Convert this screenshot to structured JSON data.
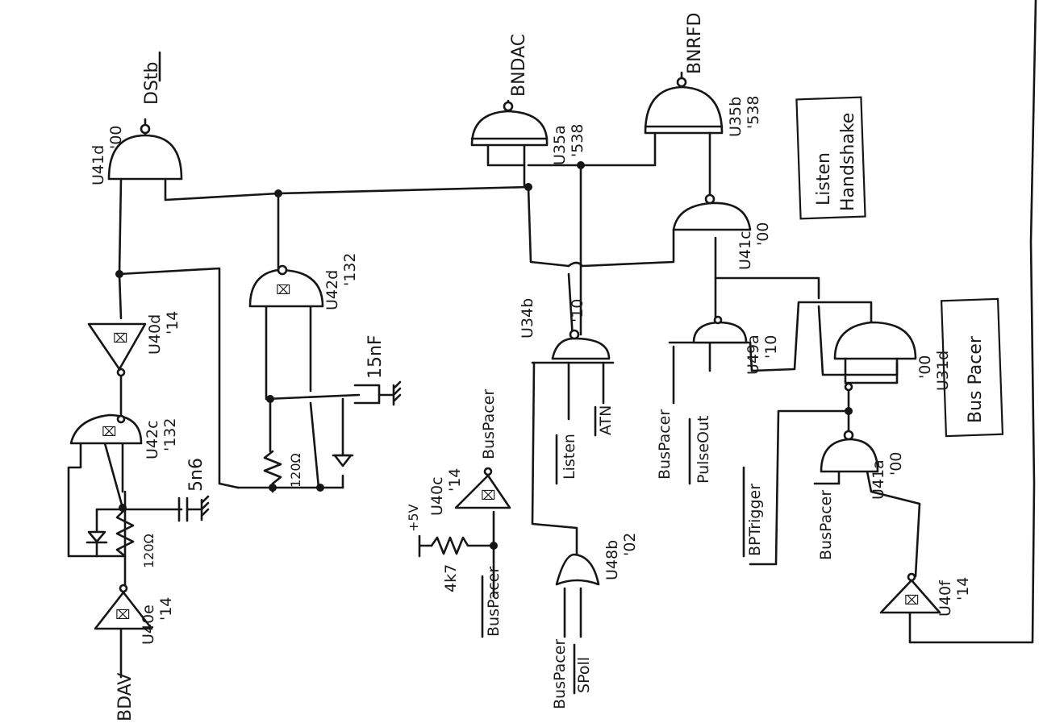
{
  "gates": {
    "u41d": {
      "ref": "U41d",
      "part": "'00"
    },
    "u35a": {
      "ref": "U35a",
      "part": "'538"
    },
    "u35b": {
      "ref": "U35b",
      "part": "'538"
    },
    "u41c": {
      "ref": "U41c",
      "part": "'00"
    },
    "u42d": {
      "ref": "U42d",
      "part": "'132"
    },
    "u40d": {
      "ref": "U40d",
      "part": "'14"
    },
    "u42c": {
      "ref": "U42c",
      "part": "'132"
    },
    "u40e": {
      "ref": "U40e",
      "part": "'14"
    },
    "u34b": {
      "ref": "U34b",
      "part": "'10"
    },
    "u49a": {
      "ref": "U49a",
      "part": "'10"
    },
    "u31d": {
      "ref": "U31d",
      "part": "'00"
    },
    "u41a": {
      "ref": "U41a",
      "part": "'00"
    },
    "u40c": {
      "ref": "U40c",
      "part": "'14"
    },
    "u48b": {
      "ref": "U48b",
      "part": "'02"
    },
    "u40f": {
      "ref": "U40f",
      "part": "'14"
    }
  },
  "signals": {
    "dstb": "DStb",
    "bndac": "BNDAC",
    "bnrfd": "BNRFD",
    "bdav": "BDAV",
    "buspacer_out": "BusPacer",
    "buspacer_bar": "BusPacer",
    "listen": "Listen",
    "atn": "ATN",
    "buspacer_pulse": "BusPacer",
    "pulseout": "PulseOut",
    "bptrigger": "BPTrigger",
    "buspacer_u41a": "BusPacer",
    "buspacer_nor": "BusPacer",
    "spoll": "SPoll"
  },
  "components": {
    "r_u42c": "120Ω",
    "c_u42c": "5n6",
    "r_u42d": "120Ω",
    "c_u42d": "15nF",
    "r_pullup": "4k7",
    "vcc": "+5V"
  },
  "sections": {
    "listen_handshake_line1": "Listen",
    "listen_handshake_line2": "Handshake",
    "bus_pacer": "Bus Pacer"
  }
}
